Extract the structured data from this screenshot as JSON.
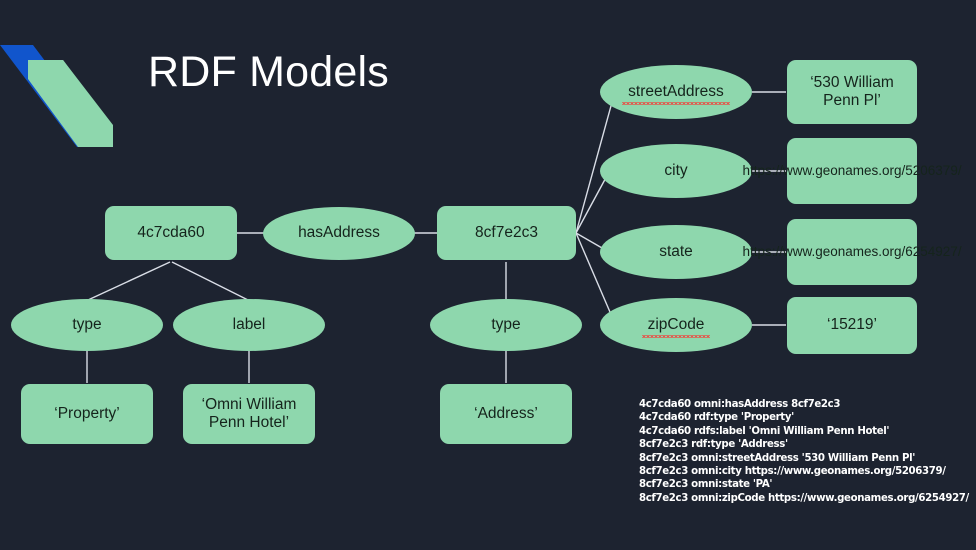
{
  "slide": {
    "title": "RDF Models",
    "background_color": "#1d2330",
    "node_color": "#8ed7ad",
    "node_text_color": "#15241c",
    "edge_color": "#d9dde6",
    "title_color": "#ffffff",
    "logo": {
      "blue": "#1155cc",
      "green": "#8ed7ad"
    }
  },
  "graph": {
    "nodes": {
      "subject_property": "4c7cda60",
      "predicate_hasaddress": "hasAddress",
      "subject_address": "8cf7e2c3",
      "predicate_type_left": "type",
      "predicate_label": "label",
      "predicate_type_center": "type",
      "predicate_streetaddress": "streetAddress",
      "predicate_city": "city",
      "predicate_state": "state",
      "predicate_zipcode": "zipCode",
      "value_property": "‘Property’",
      "value_hotel": "‘Omni William Penn Hotel’",
      "value_address": "‘Address’",
      "value_streetaddress": "‘530 William Penn Pl’",
      "value_city": "https://www.geonames.org/5206379/",
      "value_state": "https://www.geonames.org/6254927/",
      "value_zipcode": "‘15219’"
    }
  },
  "triples": [
    "4c7cda60 omni:hasAddress 8cf7e2c3",
    "4c7cda60 rdf:type 'Property'",
    "4c7cda60 rdfs:label 'Omni William Penn Hotel'",
    "8cf7e2c3 rdf:type 'Address'",
    "8cf7e2c3 omni:streetAddress '530 William Penn Pl'",
    "8cf7e2c3 omni:city  https://www.geonames.org/5206379/",
    "8cf7e2c3 omni:state 'PA'",
    "8cf7e2c3 omni:zipCode https://www.geonames.org/6254927/"
  ]
}
